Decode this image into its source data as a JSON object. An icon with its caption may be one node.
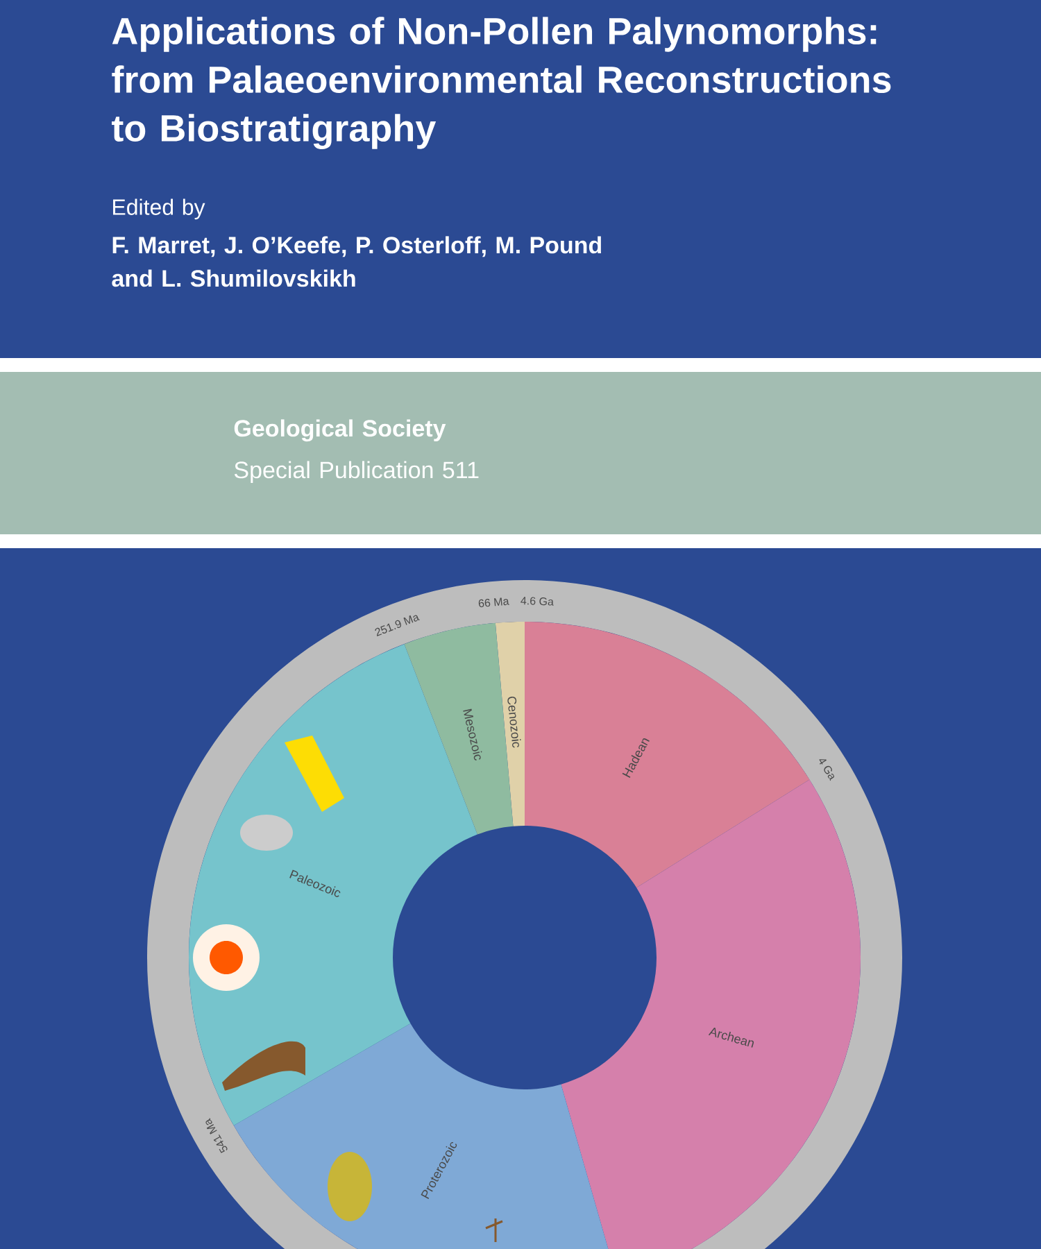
{
  "diagram": {
    "title": "Applications of Non-Pollen Palynomorphs: from Palaeoenvironmental Reconstructions to Biostratigraphy",
    "nodes": [
      {
        "text": [
          "Cenozoic"
        ]
      },
      {
        "text": [
          "Hadean"
        ]
      },
      {
        "text": [
          "Archean"
        ]
      },
      {
        "text": [
          "Proterozoic"
        ]
      },
      {
        "text": [
          "Paleozoic"
        ]
      },
      {
        "text": [
          "Mesozoic"
        ]
      }
    ],
    "labels": [
      "Edited by",
      "F. Marret, J. O’Keefe, P. Osterloff, M. Pound and L. Shumilovskikh",
      "Geological Society",
      "Special Publication 511",
      "251.9 Ma",
      "66 Ma",
      "4.6 Ga",
      "4 Ga",
      "541 Ma"
    ]
  }
}
